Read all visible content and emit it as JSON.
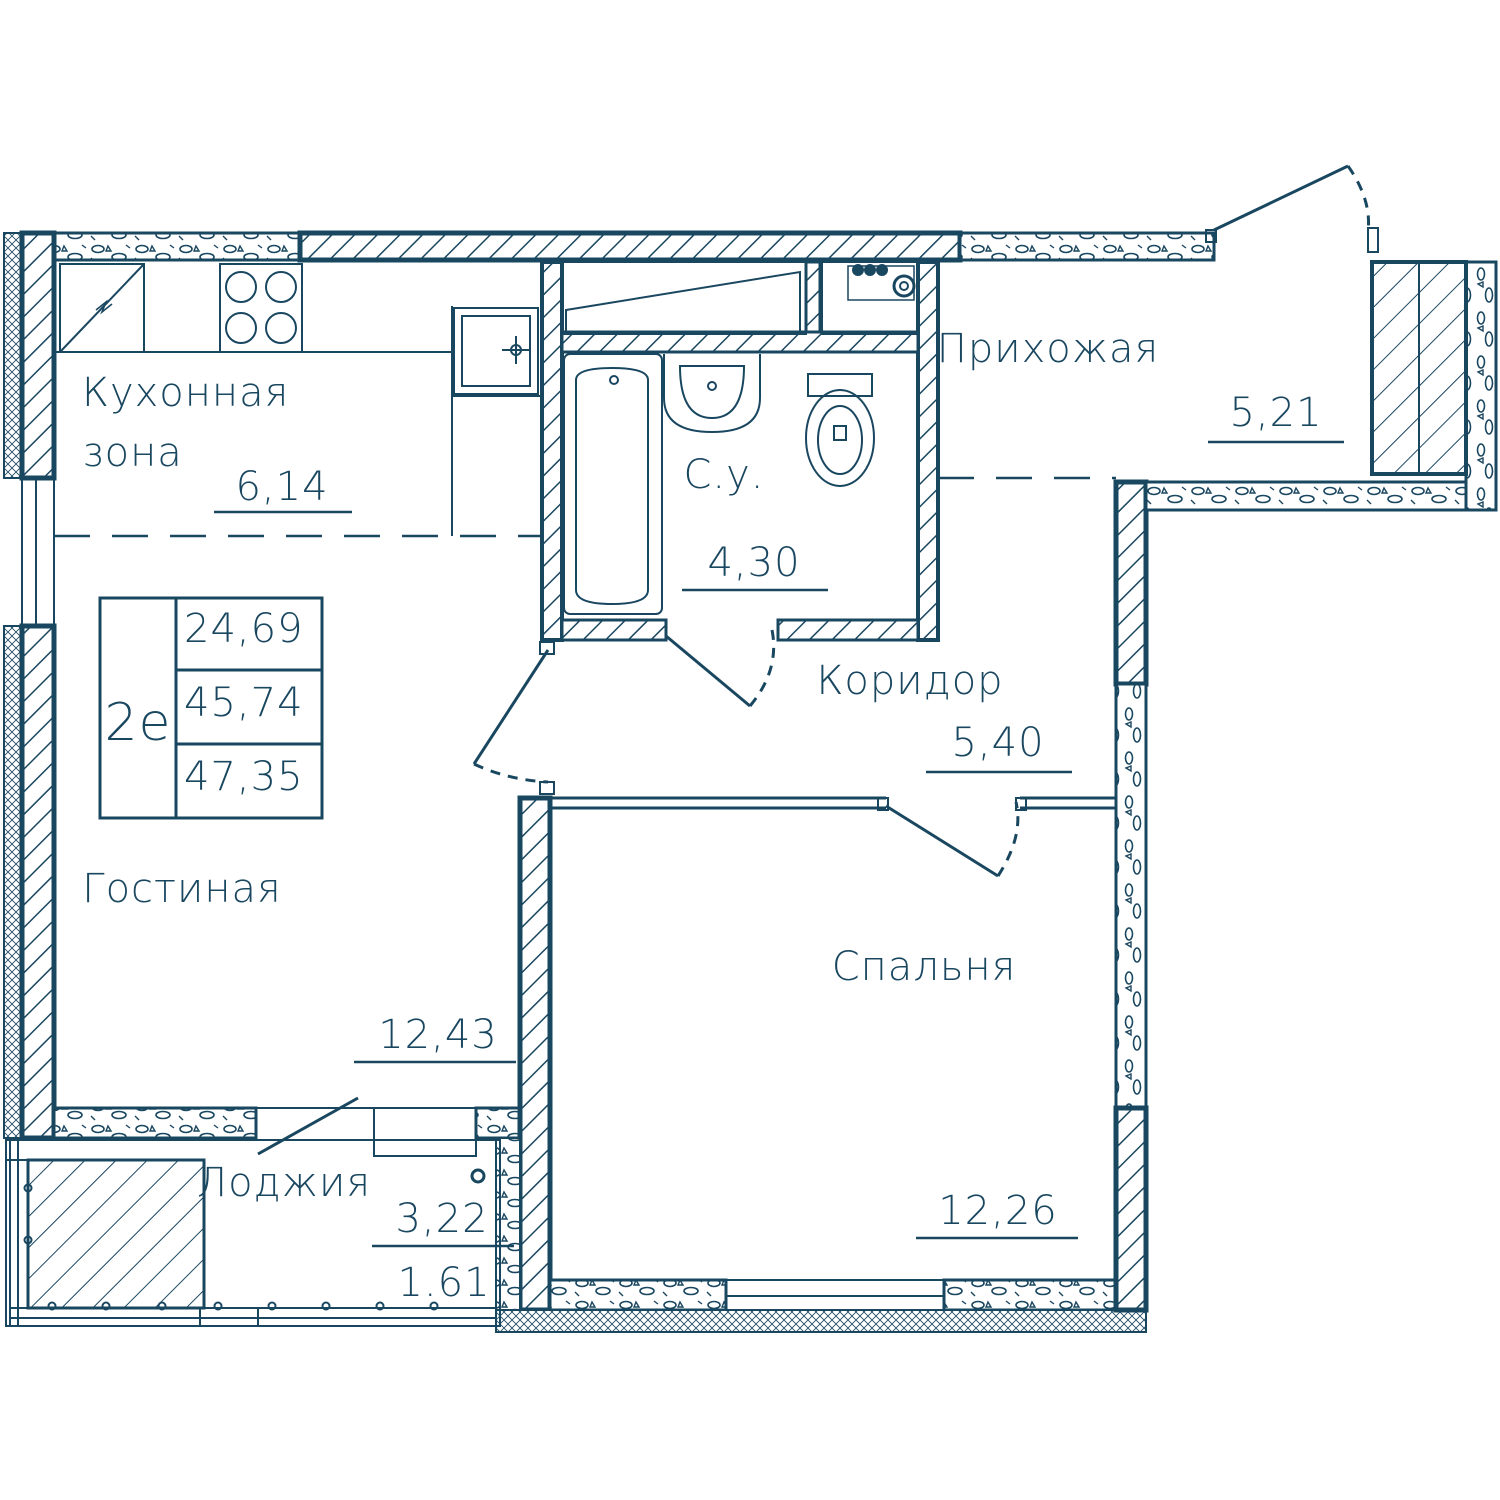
{
  "plan": {
    "apartment_type": "2е",
    "areas": {
      "living": "24,69",
      "total": "45,74",
      "total_with_loggia": "47,35"
    },
    "rooms": {
      "kitchen": {
        "name_line1": "Кухонная",
        "name_line2": "зона",
        "area": "6,14"
      },
      "bathroom": {
        "name": "С.у.",
        "area": "4,30"
      },
      "hallway": {
        "name": "Прихожая",
        "area": "5,21"
      },
      "corridor": {
        "name": "Коридор",
        "area": "5,40"
      },
      "living_room": {
        "name": "Гостиная",
        "area": "12,43"
      },
      "bedroom": {
        "name": "Спальня",
        "area": "12,26"
      },
      "loggia": {
        "name": "Лоджия",
        "area": "3,22",
        "area_reduced": "1.61"
      }
    },
    "colors": {
      "line": "#1a4760",
      "background": "#ffffff"
    }
  }
}
